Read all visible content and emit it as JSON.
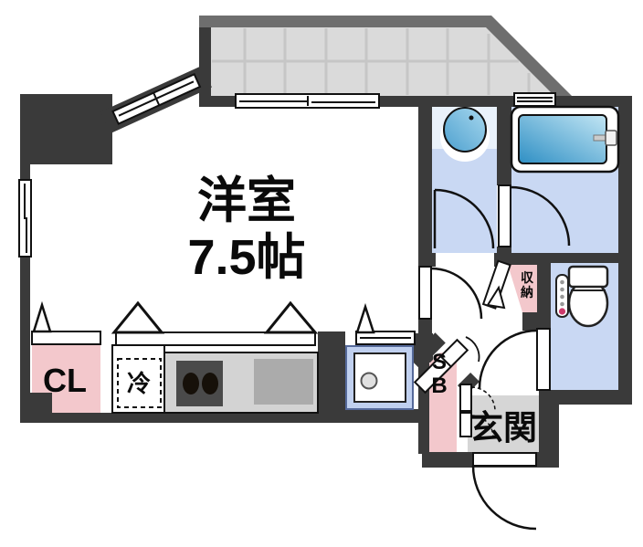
{
  "floorplan": {
    "labels": {
      "main_room_line1": "洋室",
      "main_room_line2": "7.5帖",
      "closet": "CL",
      "refrigerator": "冷",
      "shoe_box_line1": "S",
      "shoe_box_line2": "B",
      "entrance": "玄関",
      "storage_char1": "収",
      "storage_char2": "納"
    },
    "colors": {
      "wall": "#3a3a3a",
      "balcony_frame": "#6e6e6e",
      "balcony_floor": "#dadada",
      "balcony_grid": "#c6c6c6",
      "closet_pink": "#f3c8cc",
      "wet_room_blue": "#c9d8f3",
      "fixture_blue_dark": "#3795c8",
      "fixture_blue_light": "#c3e6f4",
      "entrance_gray": "#d6d6d6",
      "counter_gray": "#d3d3d3",
      "stove_dark": "#4a4a4a",
      "burner_black": "#161009",
      "sink_gray": "#ababab",
      "washer_pan_frame": "#c0d0ef",
      "toilet_button_red": "#cc3a6b",
      "line_black": "#111111"
    }
  }
}
